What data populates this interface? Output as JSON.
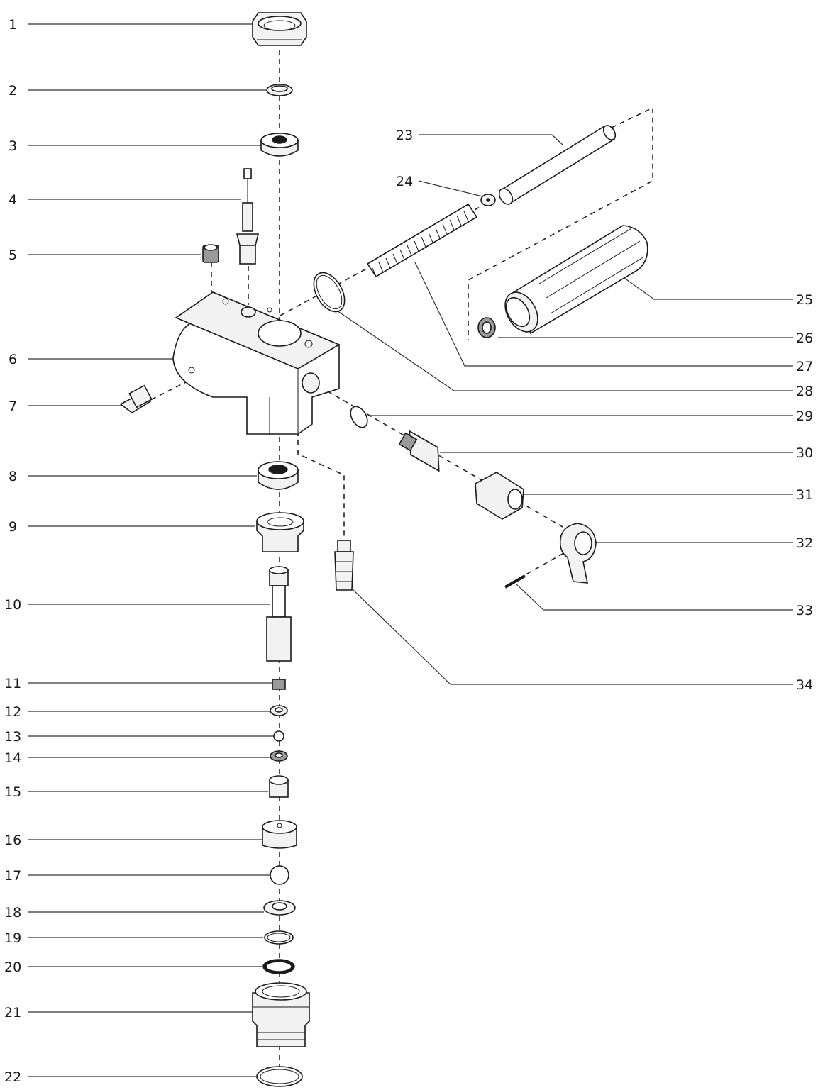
{
  "callouts_left": [
    "1",
    "2",
    "3",
    "4",
    "5",
    "6",
    "7",
    "8",
    "9",
    "10",
    "11",
    "12",
    "13",
    "14",
    "15",
    "16",
    "17",
    "18",
    "19",
    "20",
    "21",
    "22"
  ],
  "callouts_right": [
    "23",
    "24",
    "25",
    "26",
    "27",
    "28",
    "29",
    "30",
    "31",
    "32",
    "33",
    "34"
  ]
}
